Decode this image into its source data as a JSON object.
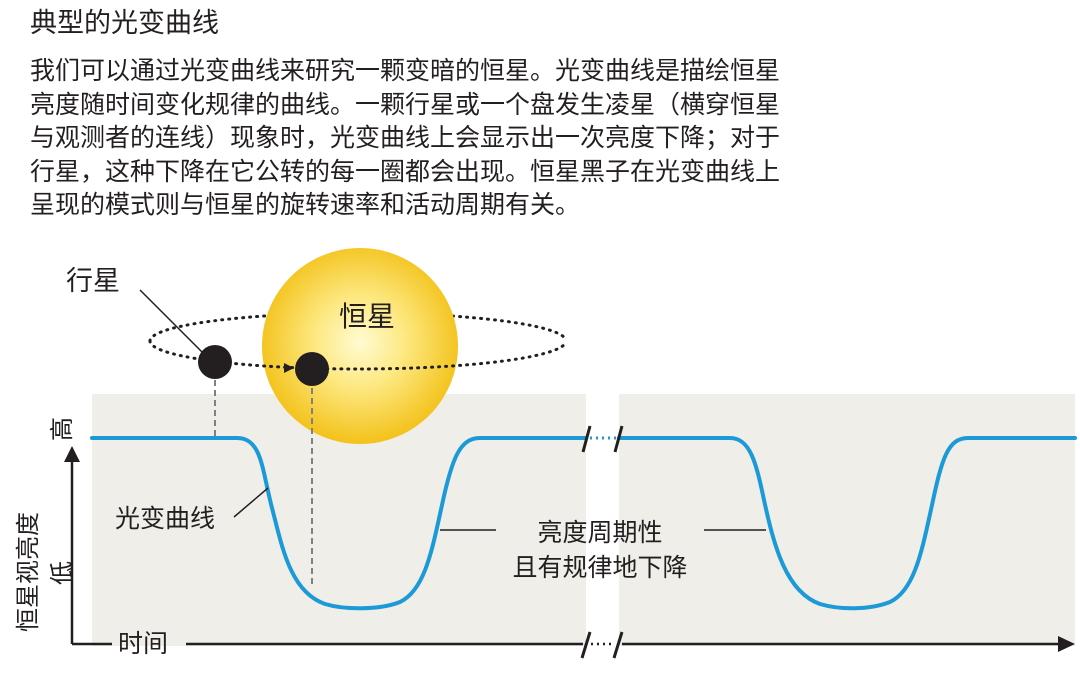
{
  "heading": "典型的光变曲线",
  "paragraph": [
    "我们可以通过光变曲线来研究一颗变暗的恒星。光变曲线是描绘恒星",
    "亮度随时间变化规律的曲线。一颗行星或一个盘发生凌星（横穿恒星",
    "与观测者的连线）现象时，光变曲线上会显示出一次亮度下降；对于",
    "行星，这种下降在它公转的每一圈都会出现。恒星黑子在光变曲线上",
    "呈现的模式则与恒星的旋转速率和活动周期有关。"
  ],
  "diagram": {
    "planet_label": "行星",
    "star_label": "恒星",
    "curve_label": "光变曲线",
    "periodic_label_line1": "亮度周期性",
    "periodic_label_line2": "且有规律地下降",
    "y_axis_label": "恒星视亮度",
    "y_high": "高",
    "y_low": "低",
    "x_axis_label": "时间"
  },
  "colors": {
    "panel": "#efeee8",
    "curve": "#1b9ad7",
    "star_core": "#fffbd2",
    "star_edge": "#f3c21a",
    "planet": "#231f20",
    "text": "#231f20"
  }
}
